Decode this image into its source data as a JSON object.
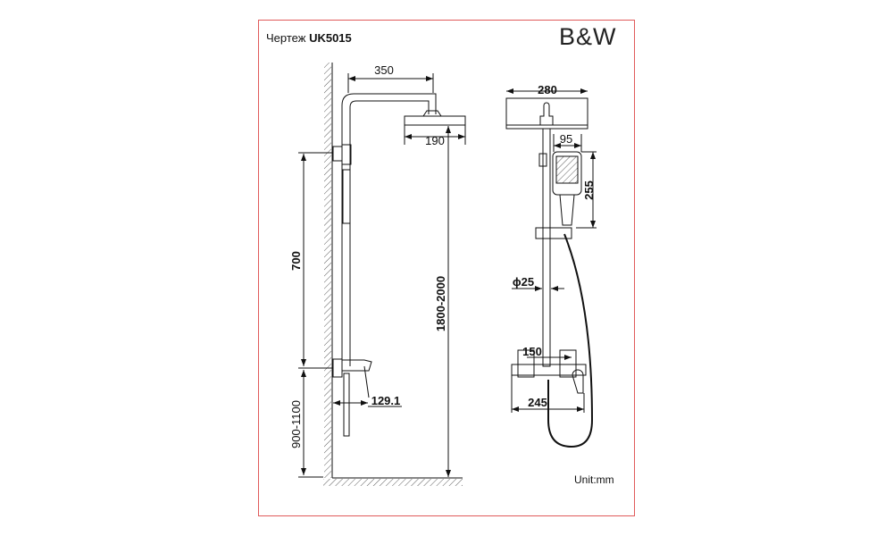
{
  "header": {
    "title_prefix": "Чертеж",
    "model": "UK5015",
    "logo": "B&W"
  },
  "dimensions": {
    "arm_length": "350",
    "head_depth": "190",
    "total_height": "1800-2000",
    "slide_bar": "700",
    "mixer_height": "900-1100",
    "spout": "129.1",
    "head_width": "280",
    "hand_width": "95",
    "hand_length": "255",
    "pipe_diameter": "ϕ25",
    "centers": "150",
    "mixer_width": "245"
  },
  "footer": {
    "unit": "Unit:mm"
  }
}
